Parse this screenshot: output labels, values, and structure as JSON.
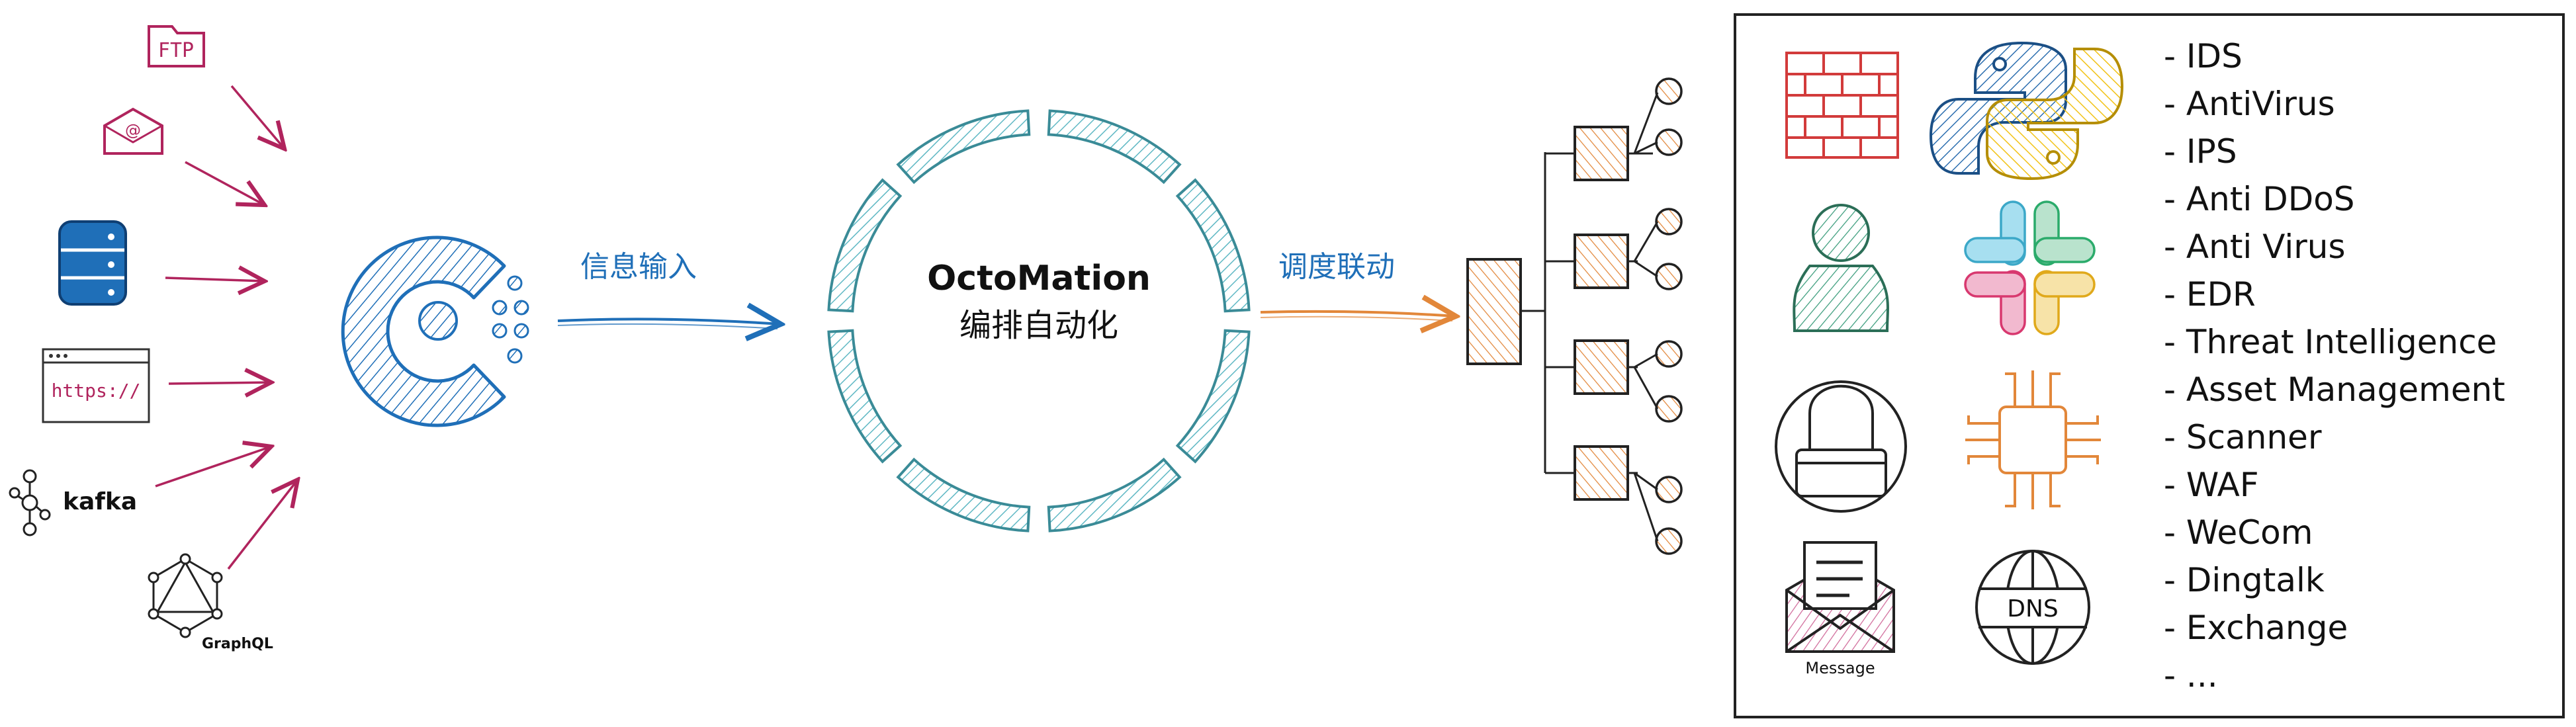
{
  "sources": {
    "ftp_label": "FTP",
    "email_symbol": "@",
    "https_label": "https://",
    "kafka_label": "kafka",
    "graphql_label": "GraphQL"
  },
  "hub": {
    "input_label": "信息输入",
    "engine_title": "OctoMation",
    "engine_subtitle": "编排自动化",
    "dispatch_label": "调度联动"
  },
  "panel": {
    "message_label": "Message",
    "dns_label": "DNS",
    "capabilities": [
      "- IDS",
      "- AntiVirus",
      "- IPS",
      "- Anti DDoS",
      "- Anti Virus",
      "- EDR",
      "- Threat Intelligence",
      "- Asset Management",
      "- Scanner",
      "- WAF",
      "- WeCom",
      "- Dingtalk",
      "- Exchange",
      "- ..."
    ]
  },
  "colors": {
    "magenta": "#b0245d",
    "blue": "#1f6fb8",
    "teal": "#5fb8c4",
    "orange": "#e2873a",
    "red": "#d23b3b",
    "green": "#3a9c7b"
  }
}
